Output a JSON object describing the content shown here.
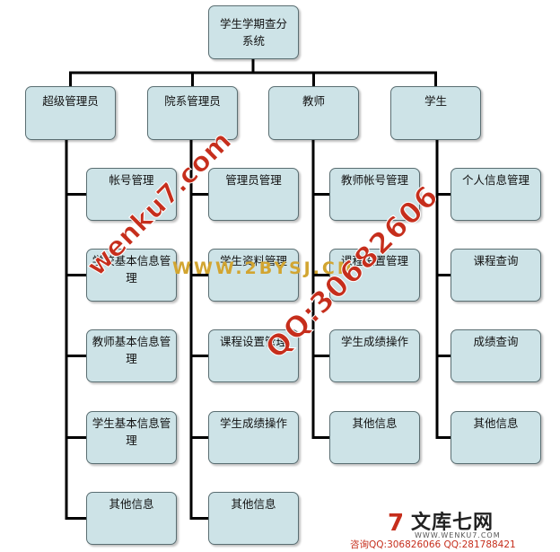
{
  "diagram": {
    "root": {
      "label": "学生学期查分系统"
    },
    "roles": [
      {
        "label": "超级管理员",
        "children": [
          "帐号管理",
          "学校基本信息管理",
          "教师基本信息管理",
          "学生基本信息管理",
          "其他信息"
        ]
      },
      {
        "label": "院系管理员",
        "children": [
          "管理员管理",
          "学生资料管理",
          "课程设置管理",
          "学生成绩操作",
          "其他信息"
        ]
      },
      {
        "label": "教师",
        "children": [
          "教师帐号管理",
          "课程设置管理",
          "学生成绩操作",
          "其他信息"
        ]
      },
      {
        "label": "学生",
        "children": [
          "个人信息管理",
          "课程查询",
          "成绩查询",
          "其他信息"
        ]
      }
    ]
  },
  "watermarks": {
    "site_diagonal": "wenku7.com",
    "qq_diagonal": "QQ:30682606",
    "site_center": "WWW.2BYSJ.CN"
  },
  "logo": {
    "mark": "7",
    "name": "文库七网",
    "url": "WWW.WENKU7.COM",
    "contact": "咨询QQ:306826066 QQ:281788421"
  },
  "colors": {
    "node_fill": "#cde3e7",
    "node_border": "#5a6e72",
    "connector": "#000000",
    "watermark_red": "#c62e1c",
    "watermark_gold": "#d2a531"
  }
}
